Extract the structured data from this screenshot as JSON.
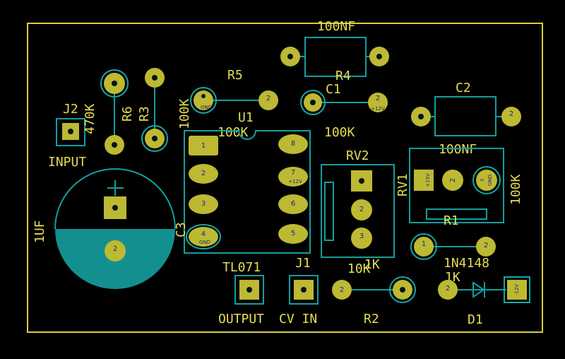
{
  "board": {
    "edge_color": "#d5cd45",
    "silkscreen_color": "#e6dd55",
    "copper_color": "#bdb933",
    "fab_color": "#139e9e",
    "background": "#000000"
  },
  "labels": {
    "c3_value": "100NF",
    "r4": "R4",
    "r5": "R5",
    "c1": "C1",
    "c2": "C2",
    "j2": "J2",
    "r6_value": "470K",
    "r6": "R6",
    "r3": "R3",
    "r5_value": "100K",
    "u1": "U1",
    "r3_value": "100K",
    "r4_value": "100K",
    "c2_value": "100NF",
    "input": "INPUT",
    "rv2": "RV2",
    "rv1": "RV1",
    "rv1_value": "100K",
    "r1": "R1",
    "c4_value": "1UF",
    "u1_value": "TL071",
    "j1": "J1",
    "rv2_value": "10K",
    "r1_value": "1K",
    "d1_value": "1N4148",
    "r2_value": "1K",
    "output": "OUTPUT",
    "cv_in": "CV IN",
    "r2": "R2",
    "d1": "D1",
    "c3_ref": "C3"
  },
  "pins": {
    "one": "1",
    "two": "2",
    "three": "3",
    "four": "4",
    "five": "5",
    "six": "6",
    "seven": "7",
    "eight": "8"
  },
  "nets": {
    "gnd": "GND",
    "plus12v": "+12V",
    "minus12v": "-12V",
    "plus15v": "+15V"
  }
}
